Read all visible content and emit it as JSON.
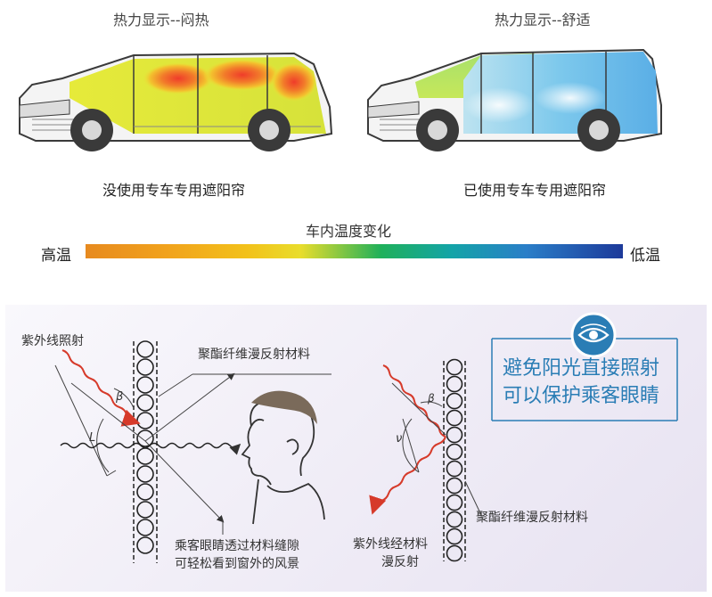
{
  "top": {
    "left_title": "热力显示--闷热",
    "right_title": "热力显示--舒适",
    "left_caption": "没使用专车专用遮阳帘",
    "right_caption": "已使用专车专用遮阳帘"
  },
  "scale": {
    "title": "车内温度变化",
    "high_label": "高温",
    "low_label": "低温",
    "colors": [
      "#e78a1f",
      "#f2c11a",
      "#1fb05a",
      "#2a7ec8",
      "#1d3a9a"
    ]
  },
  "bottom": {
    "uv_label": "紫外线照射",
    "material_label_top": "聚酯纤维漫反射材料",
    "material_label_bottom": "聚酯纤维漫反射材料",
    "view_line1": "乘客眼睛透过材料缝隙",
    "view_line2": "可轻松看到窗外的风景",
    "reflect_line1": "紫外线经材料",
    "reflect_line2": "漫反射",
    "badge_line1": "避免阳光直接照射",
    "badge_line2": "可以保护乘客眼睛",
    "greek_beta": "β",
    "greek_l": "L",
    "greek_v": "ν",
    "icon": "eye-icon",
    "accent_color": "#2a7db5",
    "wave_color": "#d63a2a"
  }
}
